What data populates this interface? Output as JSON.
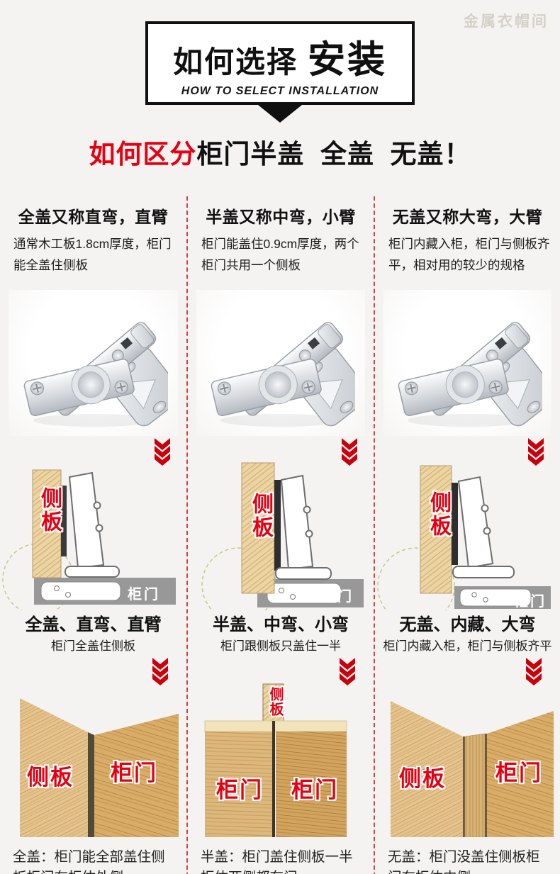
{
  "watermark": "金属衣帽间",
  "banner": {
    "title_main": "如何选择",
    "title_emph": "安装",
    "subtitle": "HOW TO SELECT INSTALLATION"
  },
  "heading": {
    "highlight": "如何区分",
    "rest": "柜门半盖  全盖  无盖！"
  },
  "labels": {
    "side_panel": "侧板",
    "cabinet_door": "柜门"
  },
  "columns": [
    {
      "title": "全盖又称直弯，直臂",
      "desc": "通常木工板1.8cm厚度，柜门能全盖住侧板",
      "result_title": "全盖、直弯、直臂",
      "result_desc": "柜门全盖住侧板",
      "bottom_text": "全盖：柜门能全部盖住侧板柜门在柜体外侧"
    },
    {
      "title": "半盖又称中弯，小臂",
      "desc": "柜门能盖住0.9cm厚度，两个柜门共用一个侧板",
      "result_title": "半盖、中弯、小弯",
      "result_desc": "柜门跟侧板只盖住一半",
      "bottom_text": "半盖：柜门盖住侧板一半柜体两侧都有门"
    },
    {
      "title": "无盖又称大弯，大臂",
      "desc": "柜门内藏入柜，柜门与侧板齐平，相对用的较少的规格",
      "result_title": "无盖、内藏、大弯",
      "result_desc": "柜门内藏入柜，柜门与侧板齐平",
      "bottom_text": "无盖：柜门没盖住侧板柜门在柜体内侧"
    }
  ],
  "colors": {
    "accent_red": "#e60012",
    "chevron_red": "#c9000b",
    "divider_red": "#cc4343",
    "door_gray": "#989898",
    "wood_tan": "#e0bc82",
    "banner_black": "#101010"
  }
}
